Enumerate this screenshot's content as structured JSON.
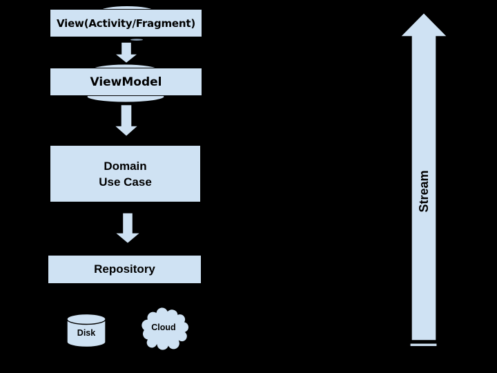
{
  "colors": {
    "background": "#000000",
    "shape_fill": "#cfe2f3",
    "shape_outline": "#000000",
    "text": "#000000"
  },
  "diagram": {
    "boxes": {
      "view": {
        "label": "View(Activity/Fragment)"
      },
      "viewmodel": {
        "label": "ViewModel"
      },
      "domain": {
        "line1": "Domain",
        "line2": "Use Case"
      },
      "repository": {
        "label": "Repository"
      }
    },
    "storage": {
      "disk": {
        "label": "Disk"
      },
      "cloud": {
        "label": "Cloud"
      }
    },
    "stream": {
      "label": "Stream"
    }
  }
}
